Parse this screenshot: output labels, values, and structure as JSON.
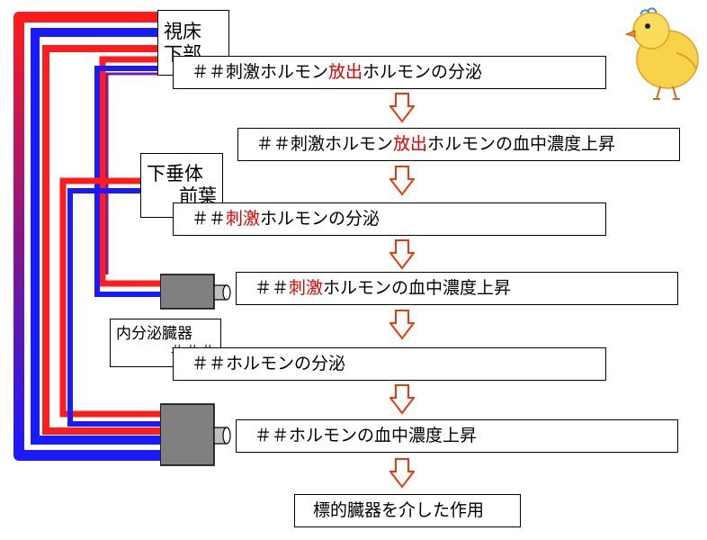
{
  "colors": {
    "red_pipe": "#ff1c1c",
    "blue_pipe": "#1a1aff",
    "arrow": "#e83a10",
    "gland": "#808080",
    "accent_text": "#e00000"
  },
  "organs": {
    "hypothalamus": [
      "視床",
      "下部"
    ],
    "anterior_pituitary": [
      "下垂体",
      "前葉"
    ],
    "endocrine_organ": [
      "内分泌臓器",
      "＃＃＃"
    ]
  },
  "steps": [
    {
      "parts": [
        {
          "t": "＃＃刺激ホルモン"
        },
        {
          "t": "放出",
          "red": true
        },
        {
          "t": "ホルモンの分泌"
        }
      ]
    },
    {
      "parts": [
        {
          "t": "＃＃刺激ホルモン"
        },
        {
          "t": "放出",
          "red": true
        },
        {
          "t": "ホルモンの血中濃度上昇"
        }
      ]
    },
    {
      "parts": [
        {
          "t": "＃＃"
        },
        {
          "t": "刺激",
          "red": true
        },
        {
          "t": "ホルモンの分泌"
        }
      ]
    },
    {
      "parts": [
        {
          "t": "＃＃"
        },
        {
          "t": "刺激",
          "red": true
        },
        {
          "t": "ホルモンの血中濃度上昇"
        }
      ]
    },
    {
      "parts": [
        {
          "t": "＃＃ホルモンの分泌"
        }
      ]
    },
    {
      "parts": [
        {
          "t": "＃＃ホルモンの血中濃度上昇"
        }
      ]
    },
    {
      "parts": [
        {
          "t": "標的臓器を介した作用"
        }
      ]
    }
  ],
  "icons": [
    "chick-icon"
  ]
}
